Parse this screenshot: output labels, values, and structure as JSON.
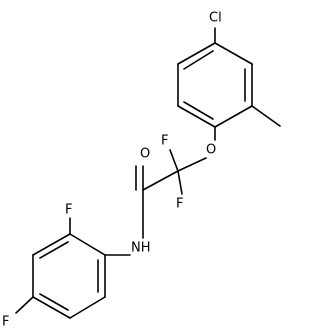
{
  "molecule": {
    "atoms": {
      "cl": "Cl",
      "o_ether": "O",
      "f_a": "F",
      "f_b": "F",
      "o_carbonyl": "O",
      "nh": "NH",
      "f_ortho": "F",
      "f_para": "F"
    }
  }
}
